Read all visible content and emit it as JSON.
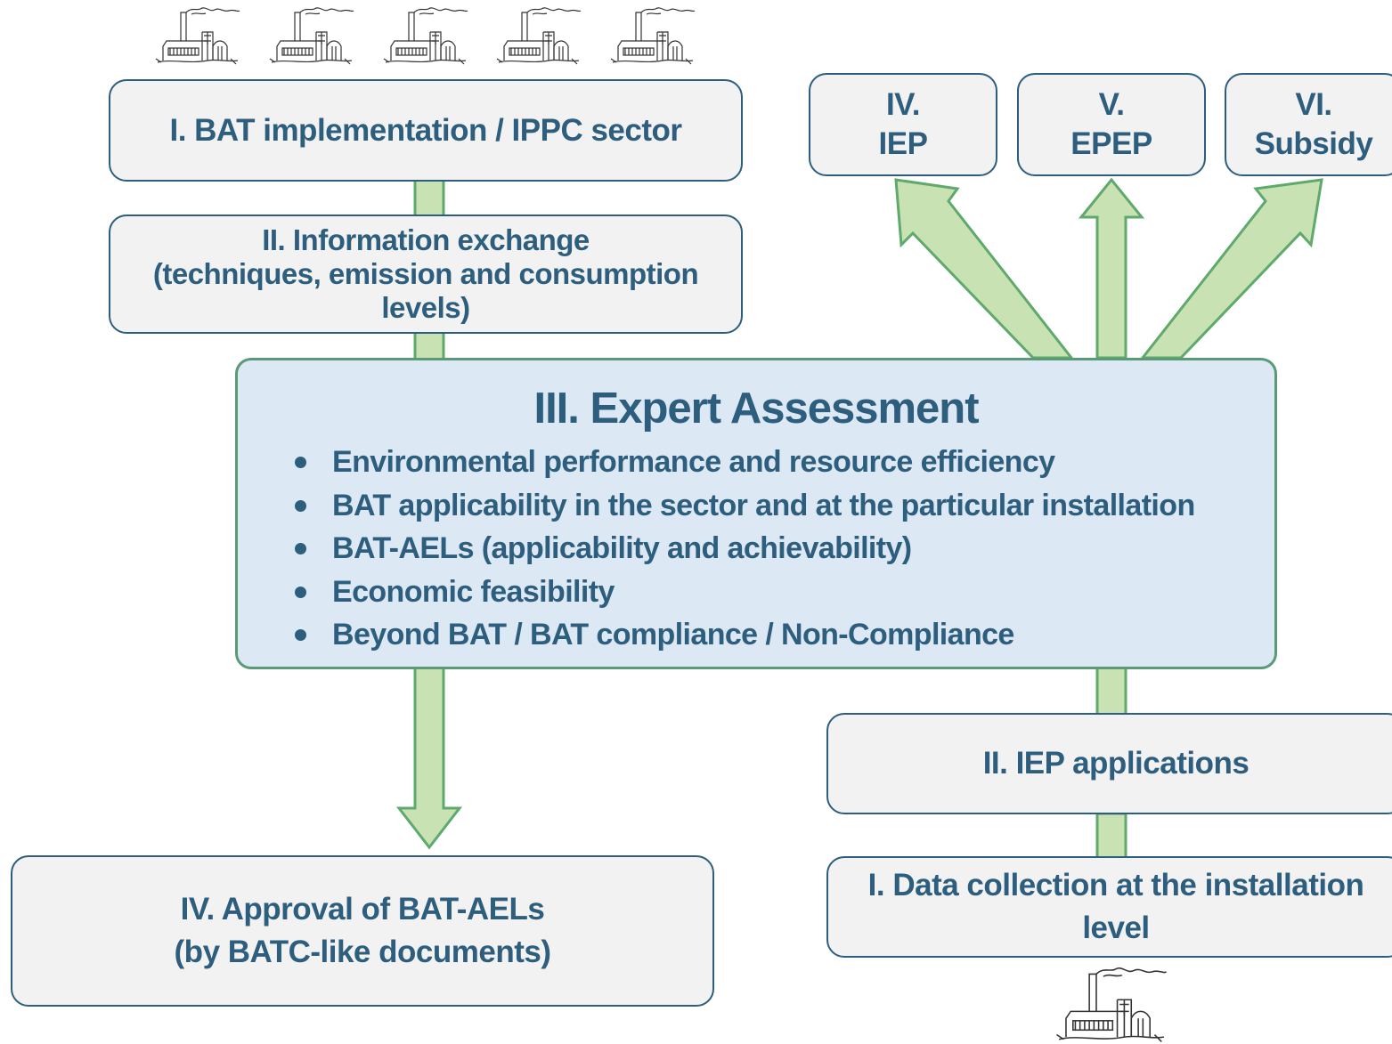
{
  "colors": {
    "box_border": "#2e5e7e",
    "box_fill": "#f2f2f3",
    "text": "#2e5e7e",
    "expert_fill": "#dce8f4",
    "expert_border": "#5a9a76",
    "arrow_fill": "#c8e2b4",
    "arrow_stroke": "#5fa96c"
  },
  "left_flow": {
    "step1": "I. BAT implementation / IPPC sector",
    "step2": [
      "II. Information exchange",
      "(techniques, emission and consumption",
      "levels)"
    ],
    "step4": [
      "IV. Approval of BAT-AELs",
      "(by BATC-like documents)"
    ]
  },
  "expert": {
    "title": "III. Expert Assessment",
    "items": [
      "Environmental performance and resource efficiency",
      "BAT applicability in the sector and at the particular installation",
      "BAT-AELs (applicability and achievability)",
      "Economic feasibility",
      "Beyond BAT / BAT compliance / Non-Compliance"
    ]
  },
  "right_flow": {
    "outputs": [
      {
        "num": "IV.",
        "label": "IEP"
      },
      {
        "num": "V.",
        "label": "EPEP"
      },
      {
        "num": "VI.",
        "label": "Subsidy"
      }
    ],
    "step2": "II. IEP applications",
    "step1": [
      "I. Data collection at the installation",
      "level"
    ]
  },
  "icons": [
    "factory-icon"
  ]
}
